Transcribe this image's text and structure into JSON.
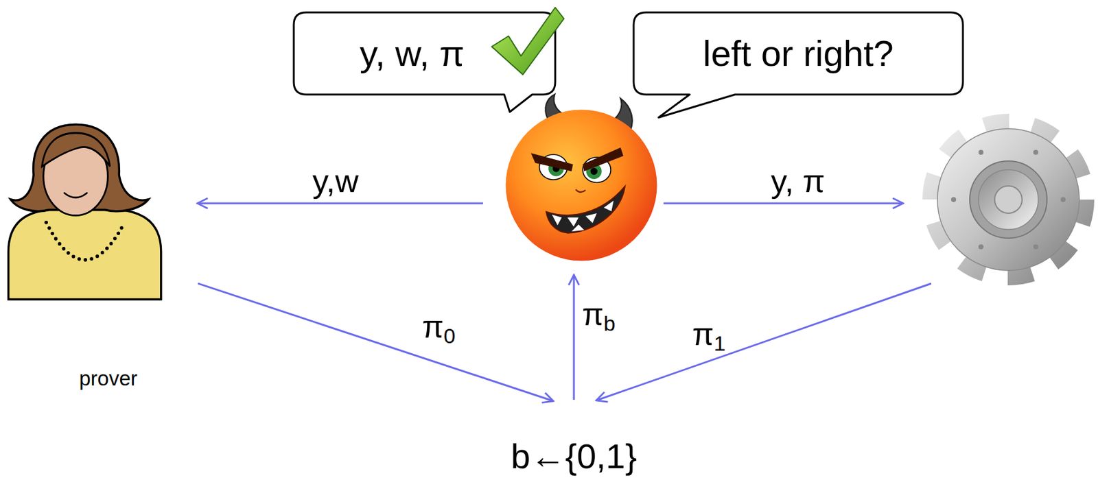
{
  "diagram": {
    "nodes": [
      {
        "text": [
          "y, w, π"
        ]
      },
      {
        "text": [
          "left or right?"
        ]
      },
      {
        "text": [
          "prover"
        ]
      },
      {
        "text": [
          "b←{0,1}"
        ]
      }
    ],
    "edges": [
      {
        "from": 2,
        "to": 3,
        "arrow": "to",
        "label": "π0"
      }
    ],
    "labels": [
      "y,w",
      "y, π",
      "π1",
      "πb"
    ]
  }
}
